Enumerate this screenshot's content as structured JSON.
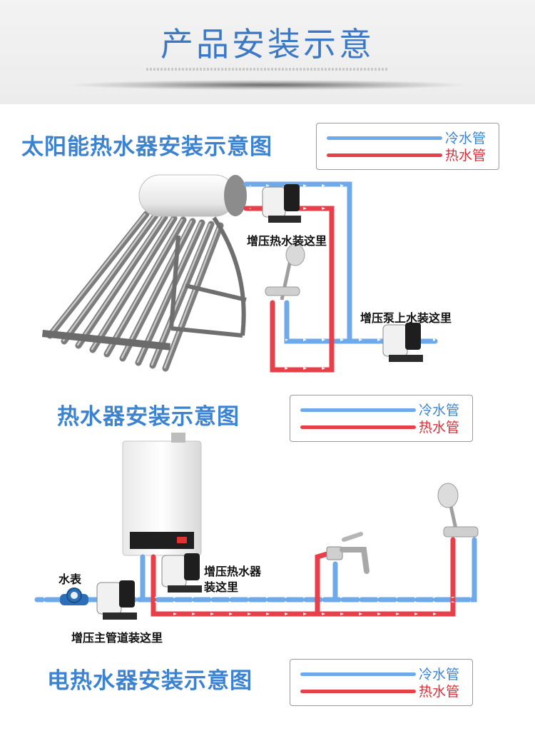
{
  "page_title": "产品安装示意",
  "legend": {
    "cold_label": "冷水管",
    "hot_label": "热水管"
  },
  "colors": {
    "cold_pipe": "#6ea9ea",
    "hot_pipe": "#e8404a",
    "title_blue": "#3b82d0"
  },
  "sections": [
    {
      "title": "太阳能热水器安装示意图",
      "labels": {
        "hot_pump": "增压热水装这里",
        "main_pump": "增压泵上水装这里"
      }
    },
    {
      "title": "热水器安装示意图"
    },
    {
      "title": "电热水器安装示意图",
      "labels": {
        "water_meter": "水表",
        "heater_pump_line1": "增压热水器",
        "heater_pump_line2": "装这里",
        "main_pipe_pump": "增压主管道装这里"
      }
    }
  ]
}
